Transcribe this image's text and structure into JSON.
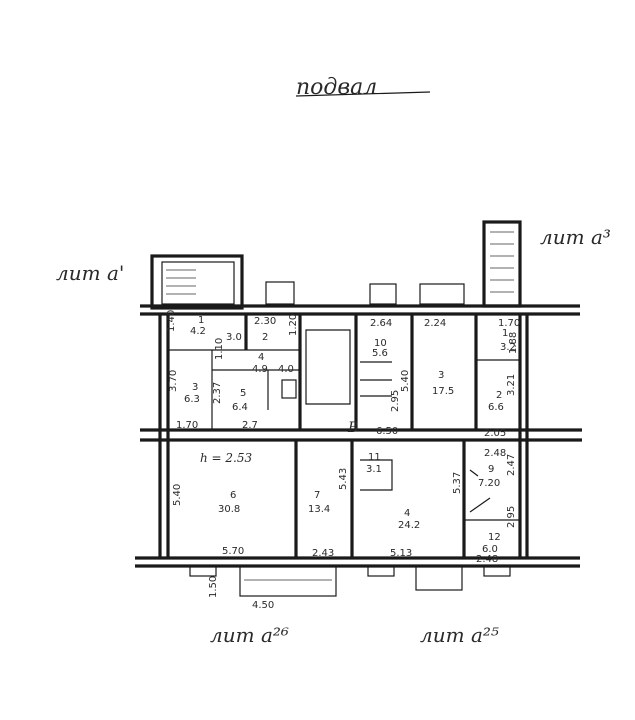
{
  "title": "подвал",
  "labels": {
    "lit_a1": "лит а'",
    "lit_a3": "лит а³",
    "lit_a26": "лит а²⁶",
    "lit_a25": "лит а²⁵",
    "height": "h = 2.53",
    "corridor": "В"
  },
  "rooms": [
    {
      "id": "r1-left",
      "num": "1",
      "area": "4.2"
    },
    {
      "id": "r2-left",
      "num": "2",
      "area": "3.0"
    },
    {
      "id": "r4-left",
      "num": "4",
      "area": "4.9"
    },
    {
      "id": "r3-left",
      "num": "3",
      "area": "6.3"
    },
    {
      "id": "r5",
      "num": "5",
      "area": "6.4"
    },
    {
      "id": "r10",
      "num": "10",
      "area": "5.6"
    },
    {
      "id": "r3-mid",
      "num": "3",
      "area": "17.5"
    },
    {
      "id": "r1-right",
      "num": "1",
      "area": "3.2"
    },
    {
      "id": "r2-right",
      "num": "2",
      "area": "6.6"
    },
    {
      "id": "r6",
      "num": "6",
      "area": "30.8"
    },
    {
      "id": "r7",
      "num": "7",
      "area": "13.4"
    },
    {
      "id": "r11",
      "num": "11",
      "area": "3.1"
    },
    {
      "id": "r4-mid",
      "num": "4",
      "area": "24.2"
    },
    {
      "id": "r9",
      "num": "9",
      "area": "7.20"
    },
    {
      "id": "r12",
      "num": "12",
      "area": "6.0"
    }
  ],
  "dimensions": {
    "d_1_40": "1.40",
    "d_2_30": "2.30",
    "d_1_20": "1.20",
    "d_2_64": "2.64",
    "d_2_24": "2.24",
    "d_1_70a": "1.70",
    "d_1_88": "1.88",
    "d_3_70": "3.70",
    "d_2_37": "2.37",
    "d_4_0": "4.0",
    "d_1_70b": "1.70",
    "d_2_7": "2.7",
    "d_6_50": "6.50",
    "d_2_05": "2.05",
    "d_2_95": "2.95",
    "d_5_40a": "5.40",
    "d_3_21": "3.21",
    "d_2_48a": "2.48",
    "d_5_40b": "5.40",
    "d_5_43": "5.43",
    "d_5_37": "5.37",
    "d_2_47": "2.47",
    "d_2_95b": "2.95",
    "d_5_70": "5.70",
    "d_2_43": "2.43",
    "d_5_13": "5.13",
    "d_2_48b": "2.48",
    "d_1_50": "1.50",
    "d_4_50": "4.50",
    "d_1_10": "1.10"
  }
}
